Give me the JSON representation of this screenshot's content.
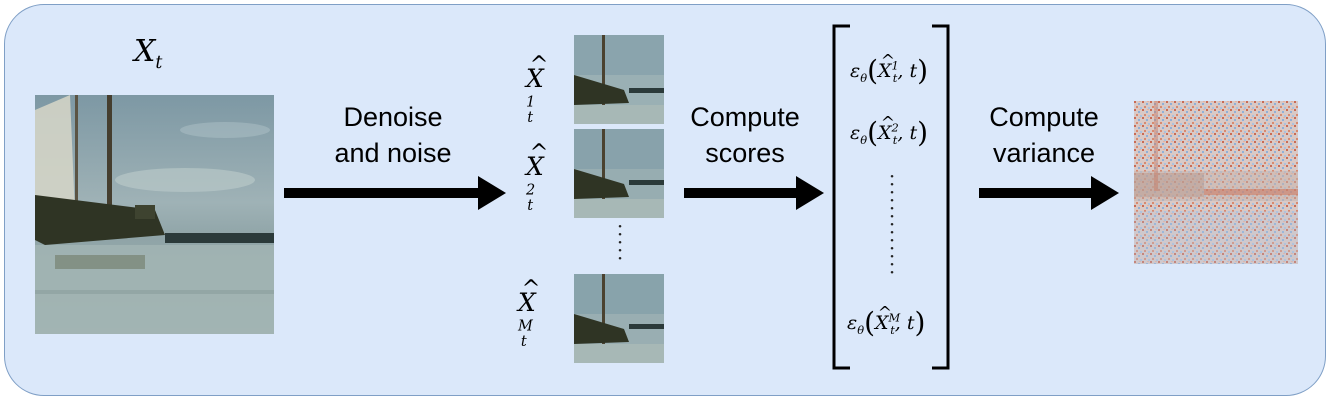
{
  "input": {
    "label_var": "X",
    "label_sub": "t"
  },
  "arrows": {
    "denoise": "Denoise\nand noise",
    "scores": "Compute\nscores",
    "variance": "Compute\nvariance"
  },
  "samples": [
    {
      "var": "X",
      "sub": "t",
      "sup": "1"
    },
    {
      "var": "X",
      "sub": "t",
      "sup": "2"
    },
    {
      "var": "X",
      "sub": "t",
      "sup": "M"
    }
  ],
  "scores_vector": [
    {
      "eps": "ε",
      "eps_sub": "θ",
      "var": "X",
      "sub": "t",
      "sup": "1",
      "arg": ", t"
    },
    {
      "eps": "ε",
      "eps_sub": "θ",
      "var": "X",
      "sub": "t",
      "sup": "2",
      "arg": ", t"
    },
    {
      "eps": "ε",
      "eps_sub": "θ",
      "var": "X",
      "sub": "t",
      "sup": "M",
      "arg": ", t"
    }
  ],
  "colors": {
    "panel": "#dbe8fa",
    "panel_border": "#7f9fc6",
    "arrow": "#000000"
  }
}
